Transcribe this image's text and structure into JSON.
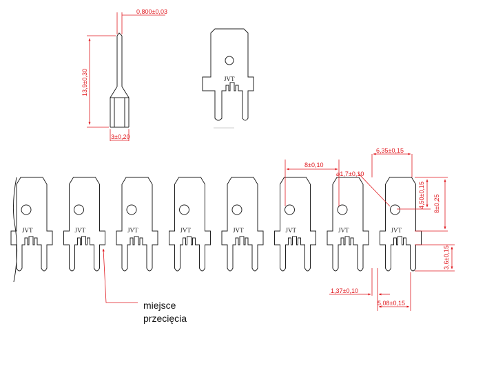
{
  "colors": {
    "outline": "#222222",
    "dimension": "#e0191f",
    "background": "#ffffff"
  },
  "marking": "JVT",
  "dimensions": {
    "thickness": "0,800±0,03",
    "height_side": "13,9±0,30",
    "foot_width": "3±0,20",
    "width": "6,35±0,15",
    "pitch": "8±0,10",
    "hole": "⌀1,7±0,10",
    "hole_height": "4,50±0,15",
    "blade_height": "8±0,25",
    "leg_height": "3,6±0,15",
    "leg_gap": "1,37±0,10",
    "leg_spacing": "5,08±0,15"
  },
  "cut_label": {
    "line1": "miejsce",
    "line2": "przecięcia"
  },
  "strip": {
    "terminal_count": 8
  }
}
